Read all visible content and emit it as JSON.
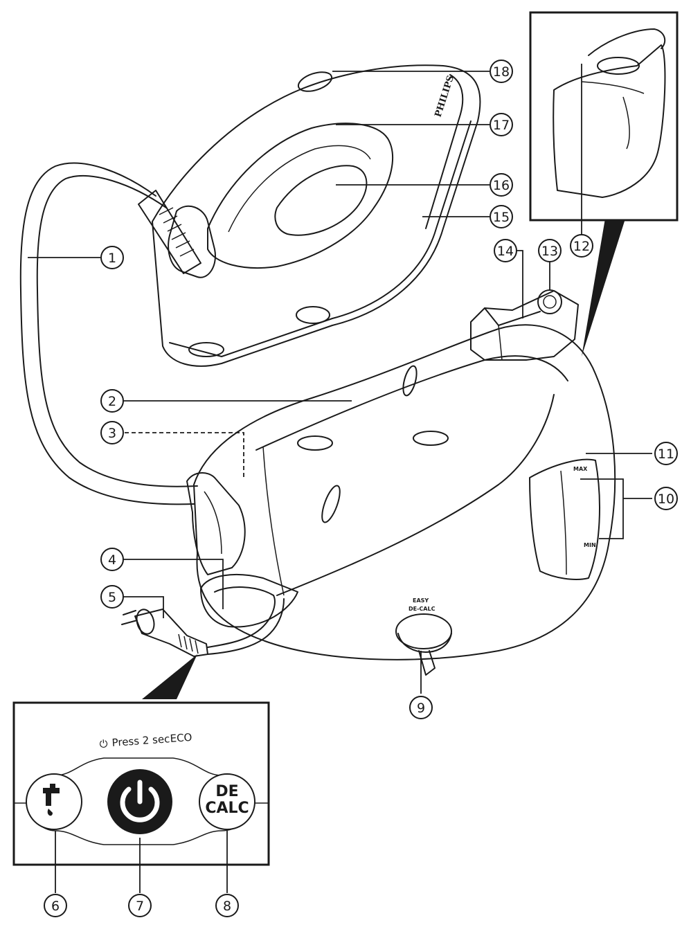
{
  "brand_label": "PHILIPS",
  "base_labels": {
    "max": "MAX",
    "min": "MIN",
    "easy_decalc_line1": "EASY",
    "easy_decalc_line2": "DE-CALC"
  },
  "control_panel": {
    "hint_symbol": "⏻",
    "hint_text": "Press 2 sec",
    "hint_eco": "ECO",
    "decalc_line1": "DE",
    "decalc_line2": "CALC"
  },
  "callouts": [
    "1",
    "2",
    "3",
    "4",
    "5",
    "6",
    "7",
    "8",
    "9",
    "10",
    "11",
    "12",
    "13",
    "14",
    "15",
    "16",
    "17",
    "18"
  ],
  "colors": {
    "line": "#1a1a1a",
    "background": "#ffffff"
  }
}
